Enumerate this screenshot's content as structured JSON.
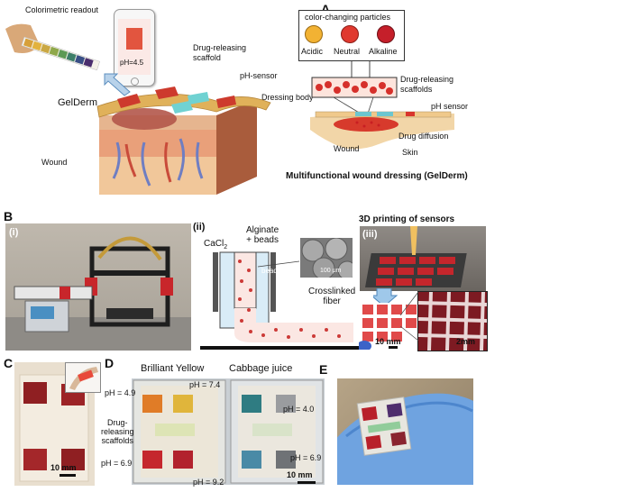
{
  "panel_a": {
    "label": "A",
    "colorimetric_readout": "Colorimetric readout",
    "phone_readout": "pH=4.5",
    "drug_releasing_scaffold": "Drug-releasing scaffold",
    "ph_sensor": "pH-sensor",
    "geldern": "GelDerm",
    "dressing_body": "Dressing body",
    "wound": "Wound",
    "particles_box_title": "color-changing particles",
    "particle_acidic": "Acidic",
    "particle_neutral": "Neutral",
    "particle_alkaline": "Alkaline",
    "drug_releasing_scaffolds": "Drug-releasing scaffolds",
    "ph_sensor_right": "pH sensor",
    "drug_diffusion": "Drug diffusion",
    "wound_right": "Wound",
    "skin": "Skin",
    "caption": "Multifunctional wound dressing (GelDerm)",
    "colors": {
      "acidic": "#f2b233",
      "neutral": "#e0392f",
      "alkaline": "#c51f2a"
    }
  },
  "panel_b": {
    "label": "B",
    "sub_i": "(i)",
    "sub_ii": "(ii)",
    "sub_iii": "(iii)",
    "cacl2": "CaCl",
    "cacl2_sub": "2",
    "alginate_beads": "Alginate",
    "alginate_beads_2": "+ beads",
    "scale_100um": "100 μm",
    "beads": "beads",
    "crosslinked": "Crosslinked",
    "fiber": "fiber",
    "title_3d": "3D printing of sensors",
    "scale_10mm": "10 mm",
    "scale_2mm": "2mm"
  },
  "panel_c": {
    "label": "C",
    "scale": "10 mm"
  },
  "panel_d": {
    "label": "D",
    "brilliant_yellow": "Brilliant Yellow",
    "cabbage_juice": "Cabbage juice",
    "ph_49": "pH = 4.9",
    "ph_74": "pH = 7.4",
    "ph_40": "pH = 4.0",
    "ph_69_left": "pH = 6.9",
    "ph_69_right": "pH = 6.9",
    "ph_92": "pH = 9.2",
    "drug_line1": "Drug-",
    "drug_line2": "releasing",
    "drug_line3": "scaffolds",
    "scale": "10 mm"
  },
  "panel_e": {
    "label": "E"
  }
}
